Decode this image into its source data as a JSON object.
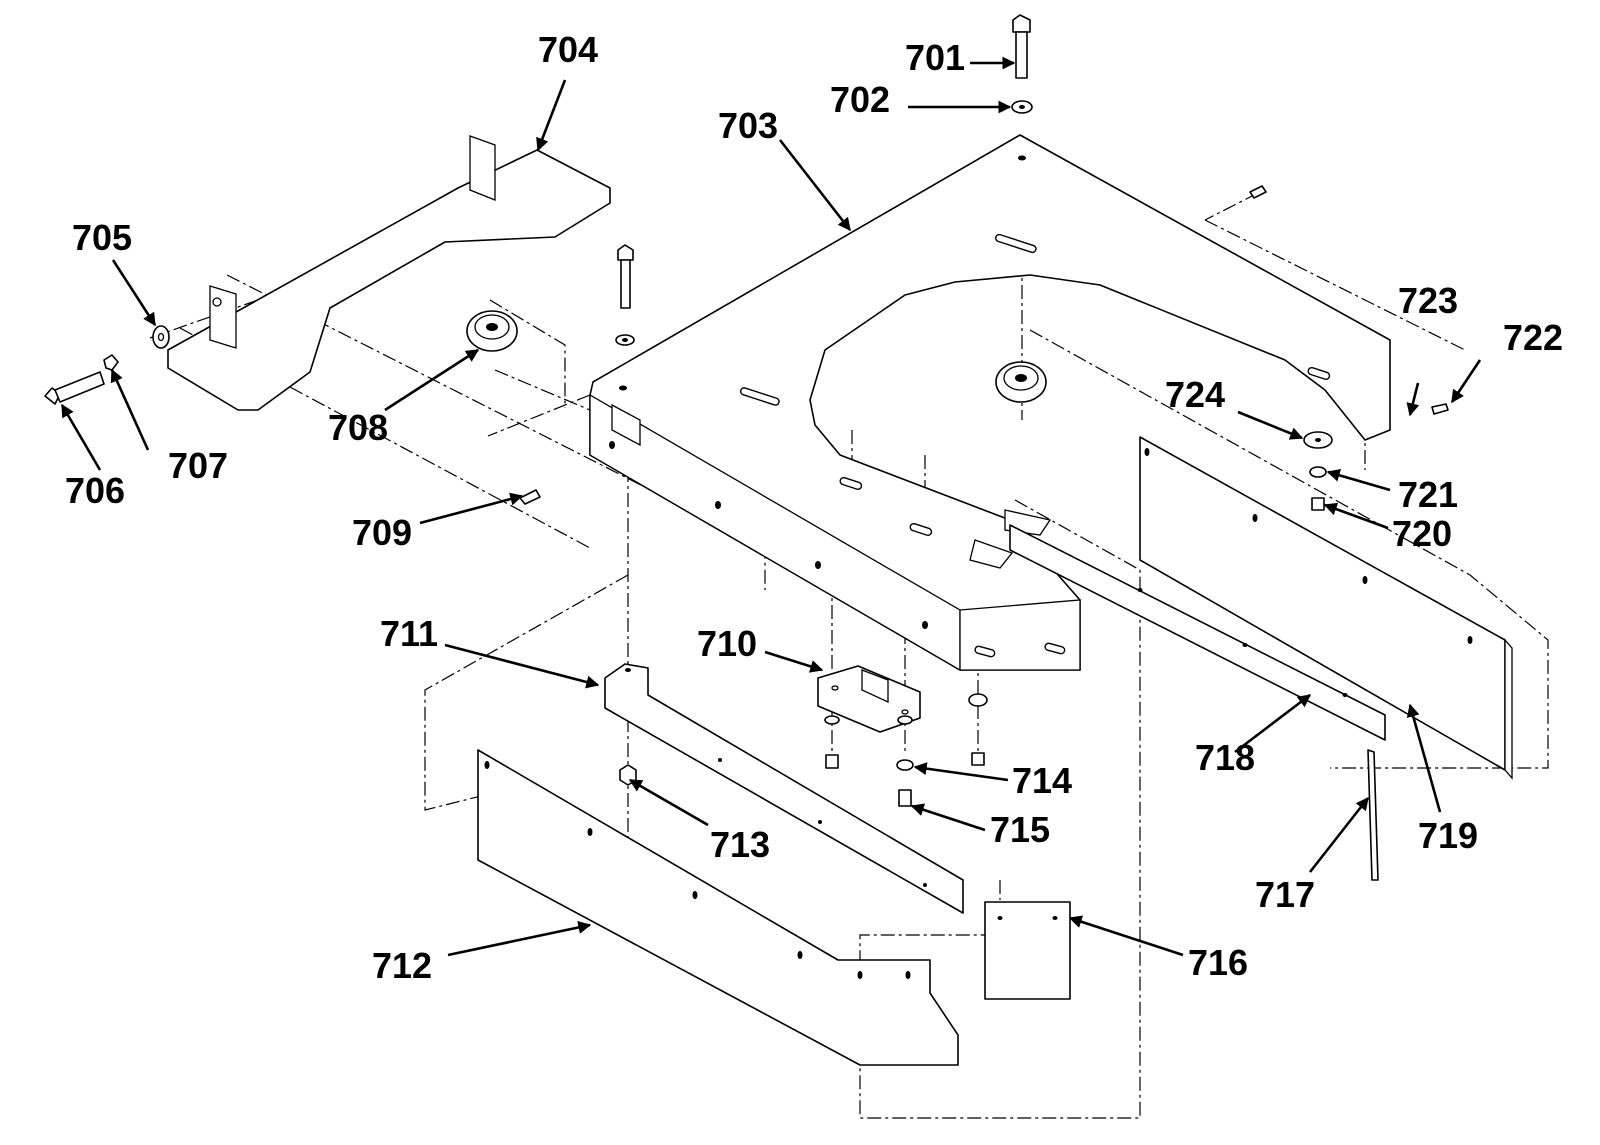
{
  "callouts": {
    "c701": "701",
    "c702": "702",
    "c703": "703",
    "c704": "704",
    "c705": "705",
    "c706": "706",
    "c707": "707",
    "c708": "708",
    "c709": "709",
    "c710": "710",
    "c711": "711",
    "c712": "712",
    "c713": "713",
    "c714": "714",
    "c715": "715",
    "c716": "716",
    "c717": "717",
    "c718": "718",
    "c719": "719",
    "c720": "720",
    "c721": "721",
    "c722": "722",
    "c723": "723",
    "c724": "724"
  }
}
